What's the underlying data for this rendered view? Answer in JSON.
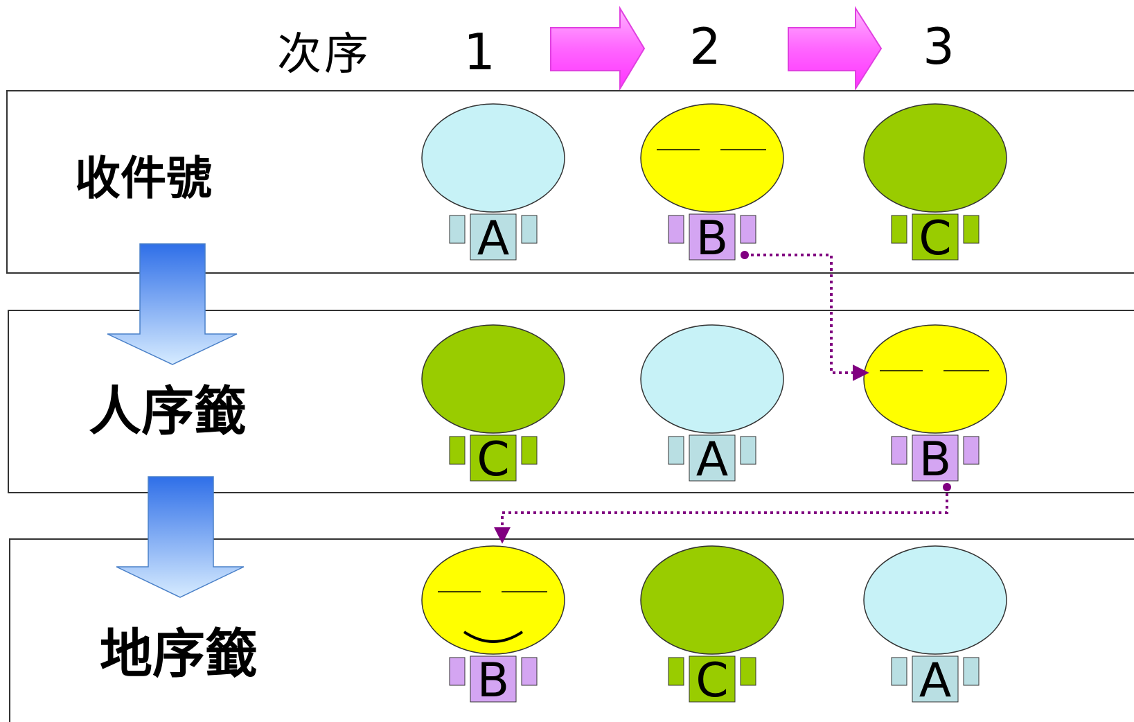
{
  "header": {
    "label": "次序",
    "steps": [
      "1",
      "2",
      "3"
    ]
  },
  "rows": [
    {
      "label": "收件號",
      "people": [
        {
          "letter": "A",
          "face": "none"
        },
        {
          "letter": "B",
          "face": "eyes"
        },
        {
          "letter": "C",
          "face": "none"
        }
      ]
    },
    {
      "label": "人序籤",
      "people": [
        {
          "letter": "C",
          "face": "none"
        },
        {
          "letter": "A",
          "face": "none"
        },
        {
          "letter": "B",
          "face": "eyes"
        }
      ]
    },
    {
      "label": "地序籤",
      "people": [
        {
          "letter": "B",
          "face": "smile"
        },
        {
          "letter": "C",
          "face": "none"
        },
        {
          "letter": "A",
          "face": "none"
        }
      ]
    }
  ],
  "person_colors": {
    "A": {
      "head": "#c7f2f7",
      "body": "#b9dfe3"
    },
    "B": {
      "head": "#ffff00",
      "body": "#d4a5f2"
    },
    "C": {
      "head": "#99cc00",
      "body": "#99cc00"
    }
  },
  "colors": {
    "step_arrow": "#ff66ff",
    "down_arrow_top": "#2f6fe8",
    "down_arrow_bottom": "#cfe6ff",
    "trace_line": "#800080",
    "panel_border": "#333333"
  }
}
